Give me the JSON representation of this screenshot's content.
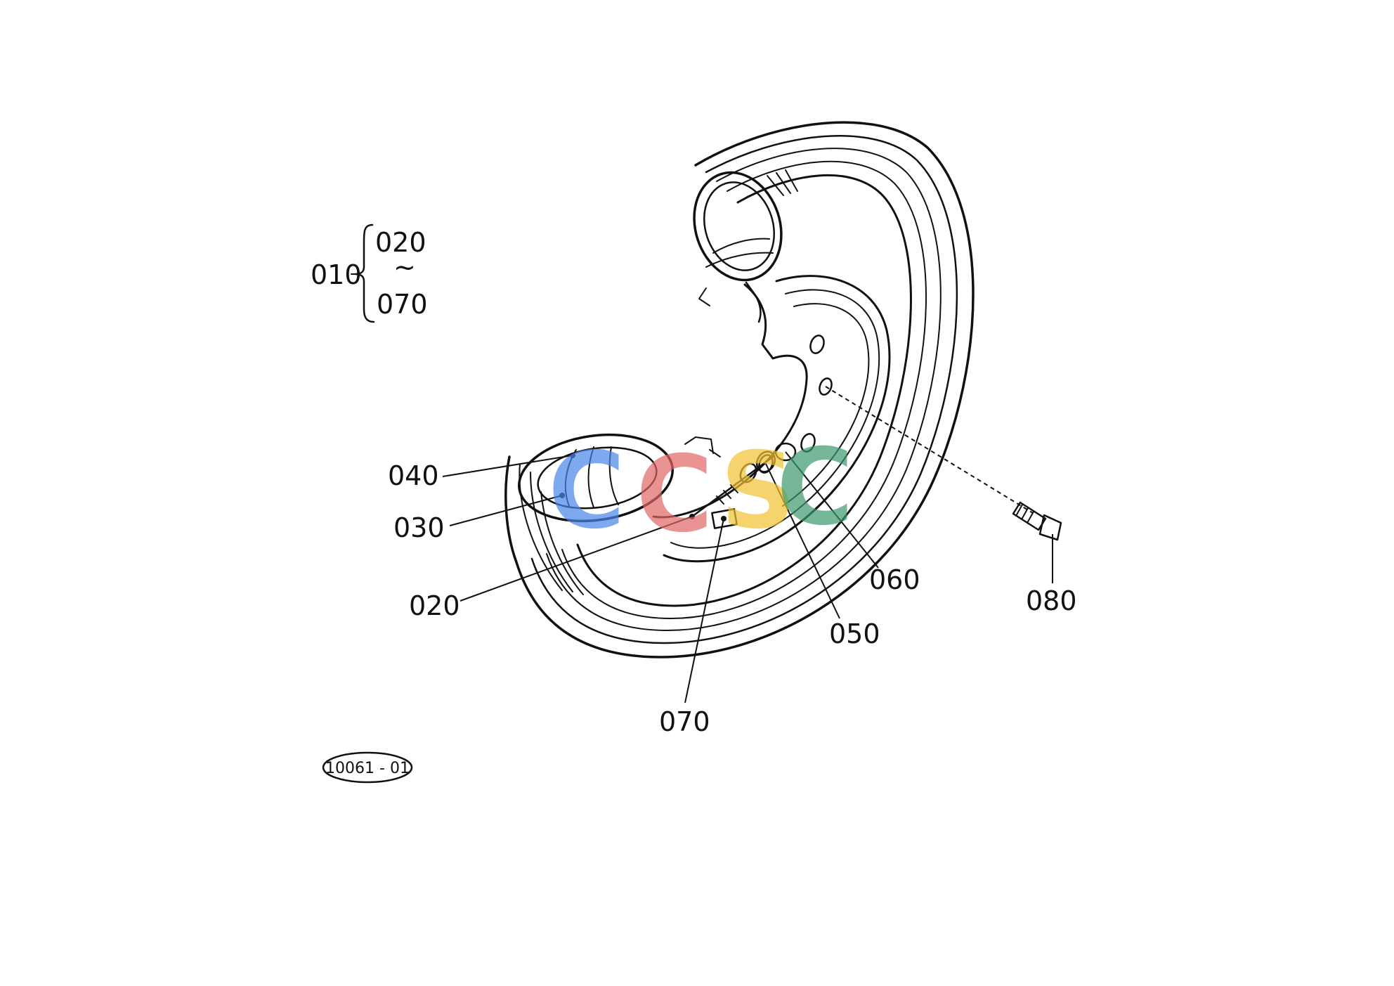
{
  "assembly": {
    "parent": "010",
    "first_child": "020",
    "last_child": "070",
    "range_mark": "~"
  },
  "callouts": {
    "p040": "040",
    "p030": "030",
    "p020": "020",
    "p070": "070",
    "p050": "050",
    "p060": "060",
    "p080": "080"
  },
  "reference_code": "10061 - 01",
  "watermark": {
    "letters": [
      "C",
      "C",
      "S",
      "C"
    ],
    "colors": [
      "#4a86e8",
      "#e06666",
      "#f1c232",
      "#3d9970"
    ]
  }
}
